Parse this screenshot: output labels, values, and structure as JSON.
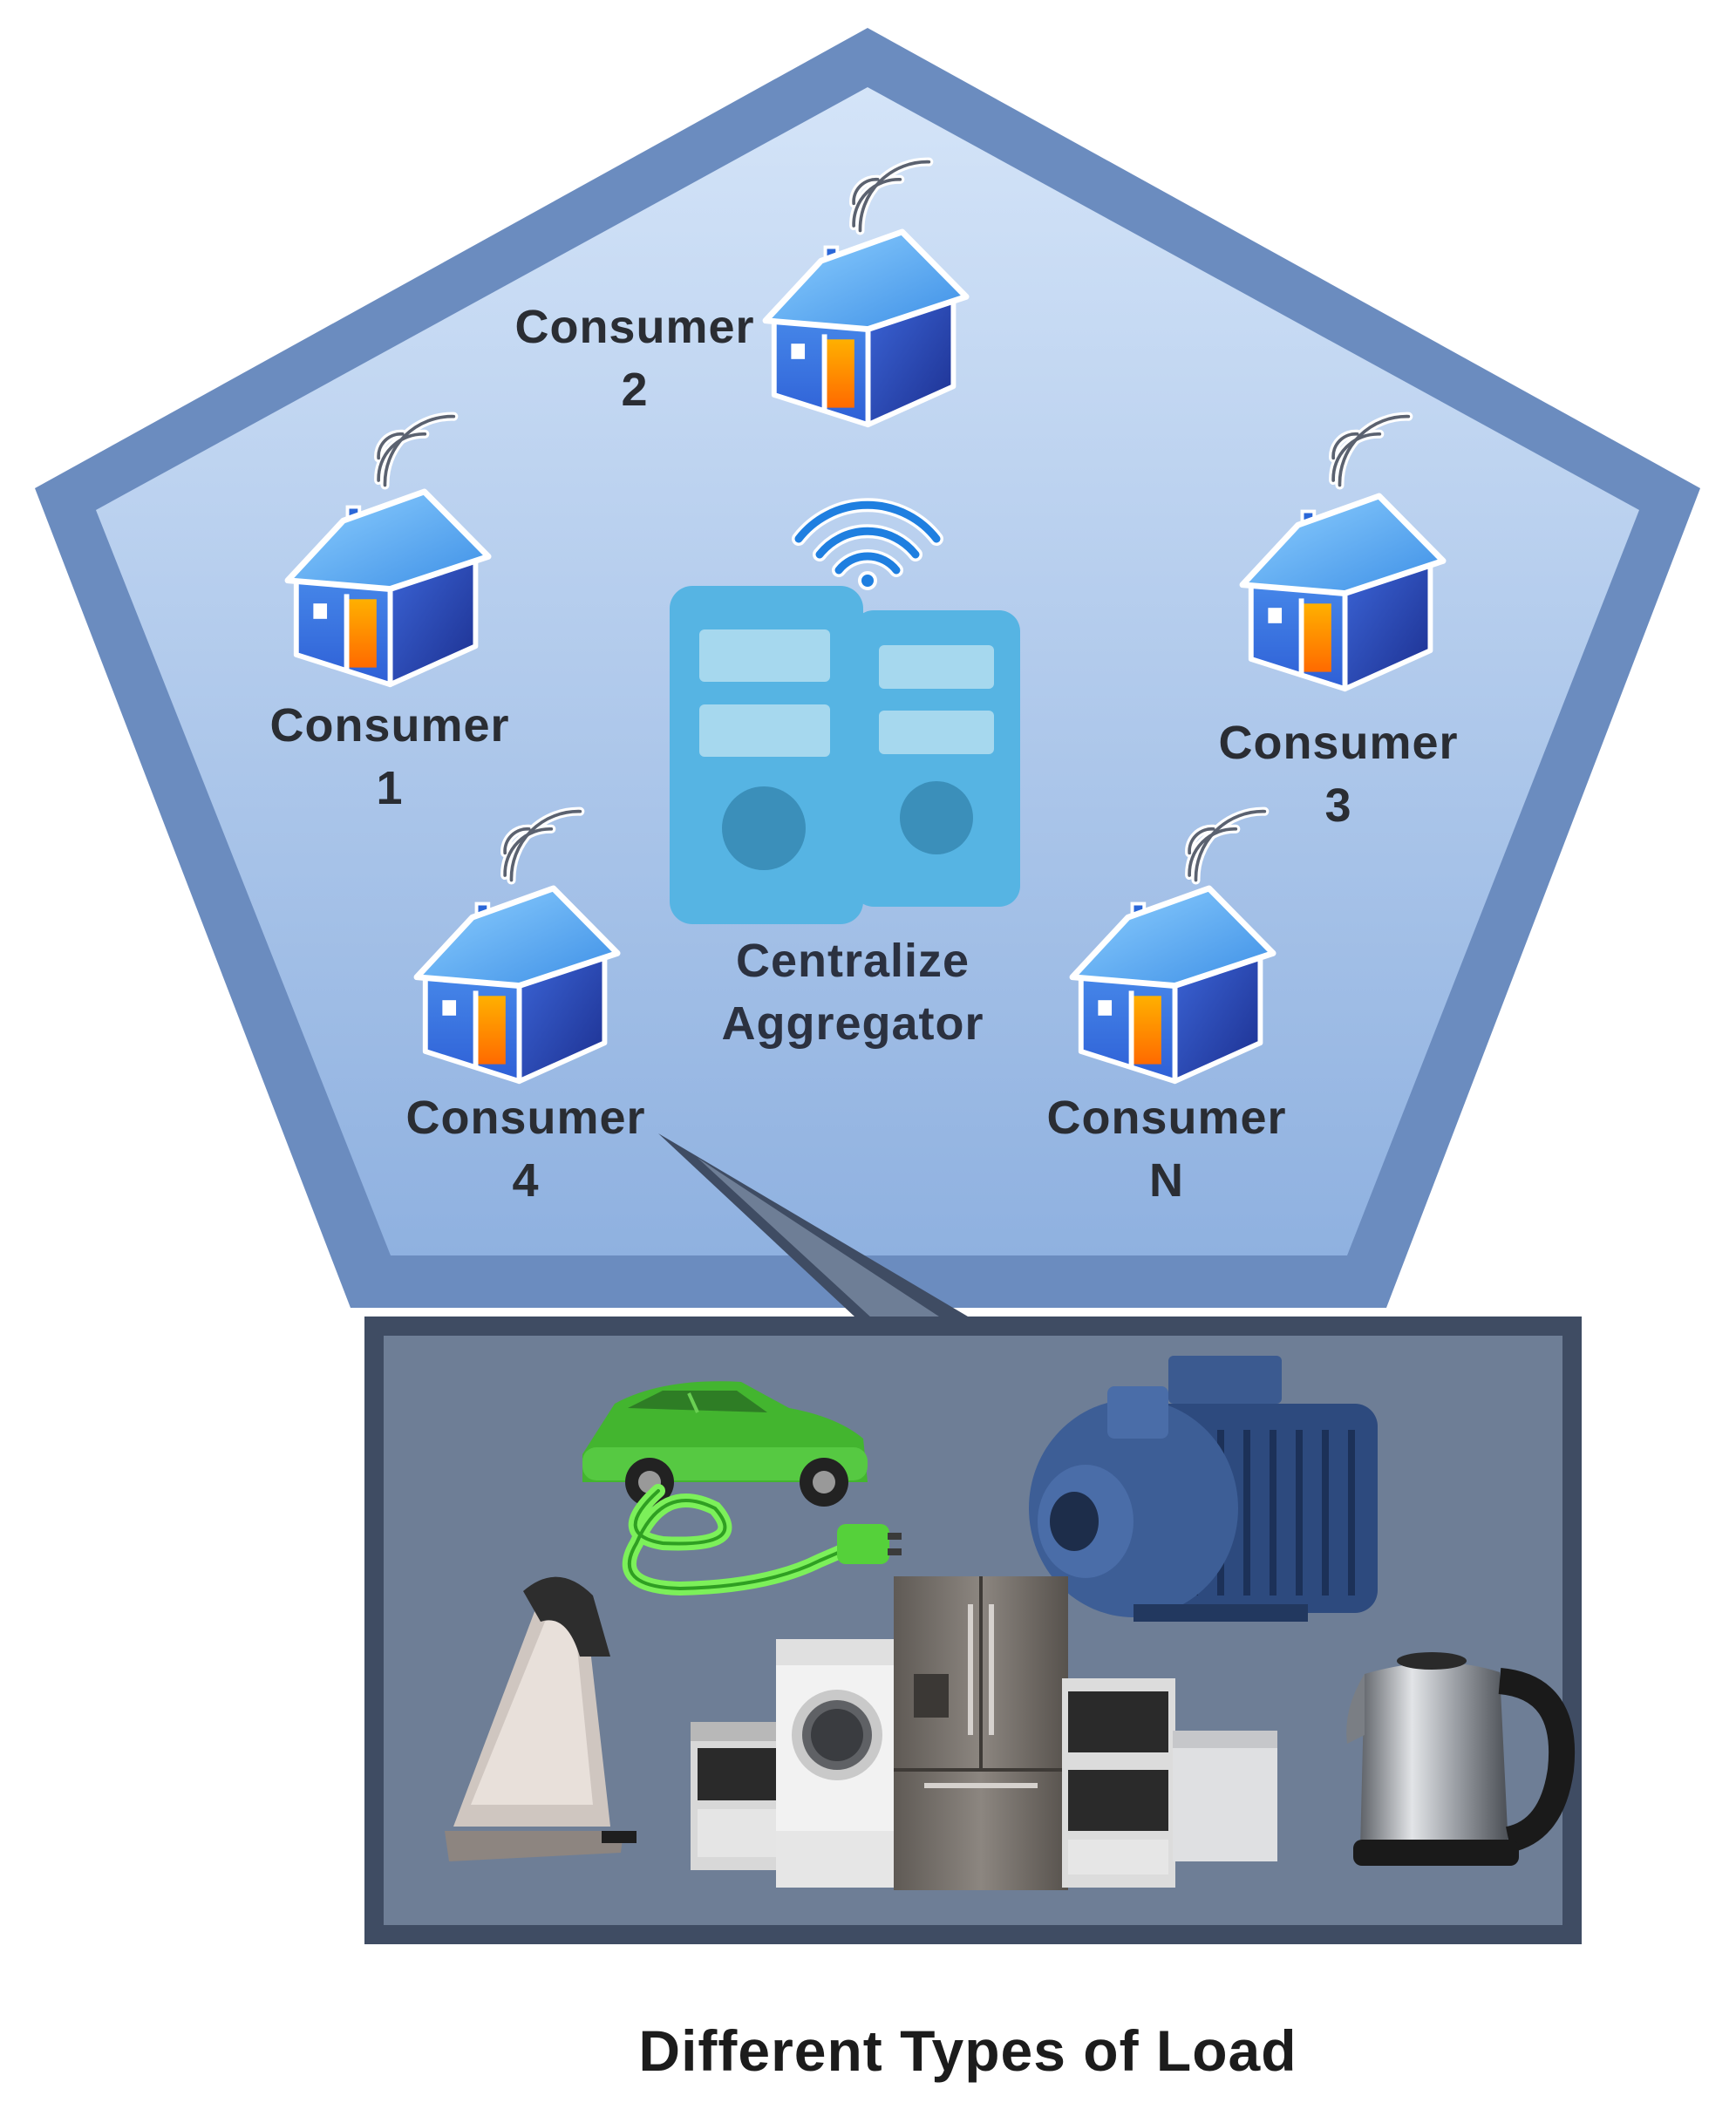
{
  "diagram": {
    "consumers": [
      {
        "id": "c1",
        "line1": "Consumer",
        "line2": "1"
      },
      {
        "id": "c2",
        "line1": "Consumer",
        "line2": "2"
      },
      {
        "id": "c3",
        "line1": "Consumer",
        "line2": "3"
      },
      {
        "id": "c4",
        "line1": "Consumer",
        "line2": "4"
      },
      {
        "id": "cn",
        "line1": "Consumer",
        "line2": "N"
      }
    ],
    "aggregator": {
      "line1": "Centralize",
      "line2": "Aggregator"
    },
    "caption": "Different Types of Load",
    "loads": [
      "electric-car",
      "water-pump",
      "clothes-iron",
      "washing-machine",
      "refrigerator",
      "oven",
      "dishwasher",
      "kettle"
    ],
    "colors": {
      "pentagon_border": "#6b8cbf",
      "pentagon_fill_top": "#cfe0f7",
      "pentagon_fill_bottom": "#8fb2e2",
      "load_panel_fill": "#6e7e96",
      "load_panel_border": "#3f4c63",
      "aggregator": "#56b4e3",
      "house_roof": "#4aa8f0",
      "house_wall": "#2a5bc5",
      "house_door": "#ff8a00"
    }
  }
}
